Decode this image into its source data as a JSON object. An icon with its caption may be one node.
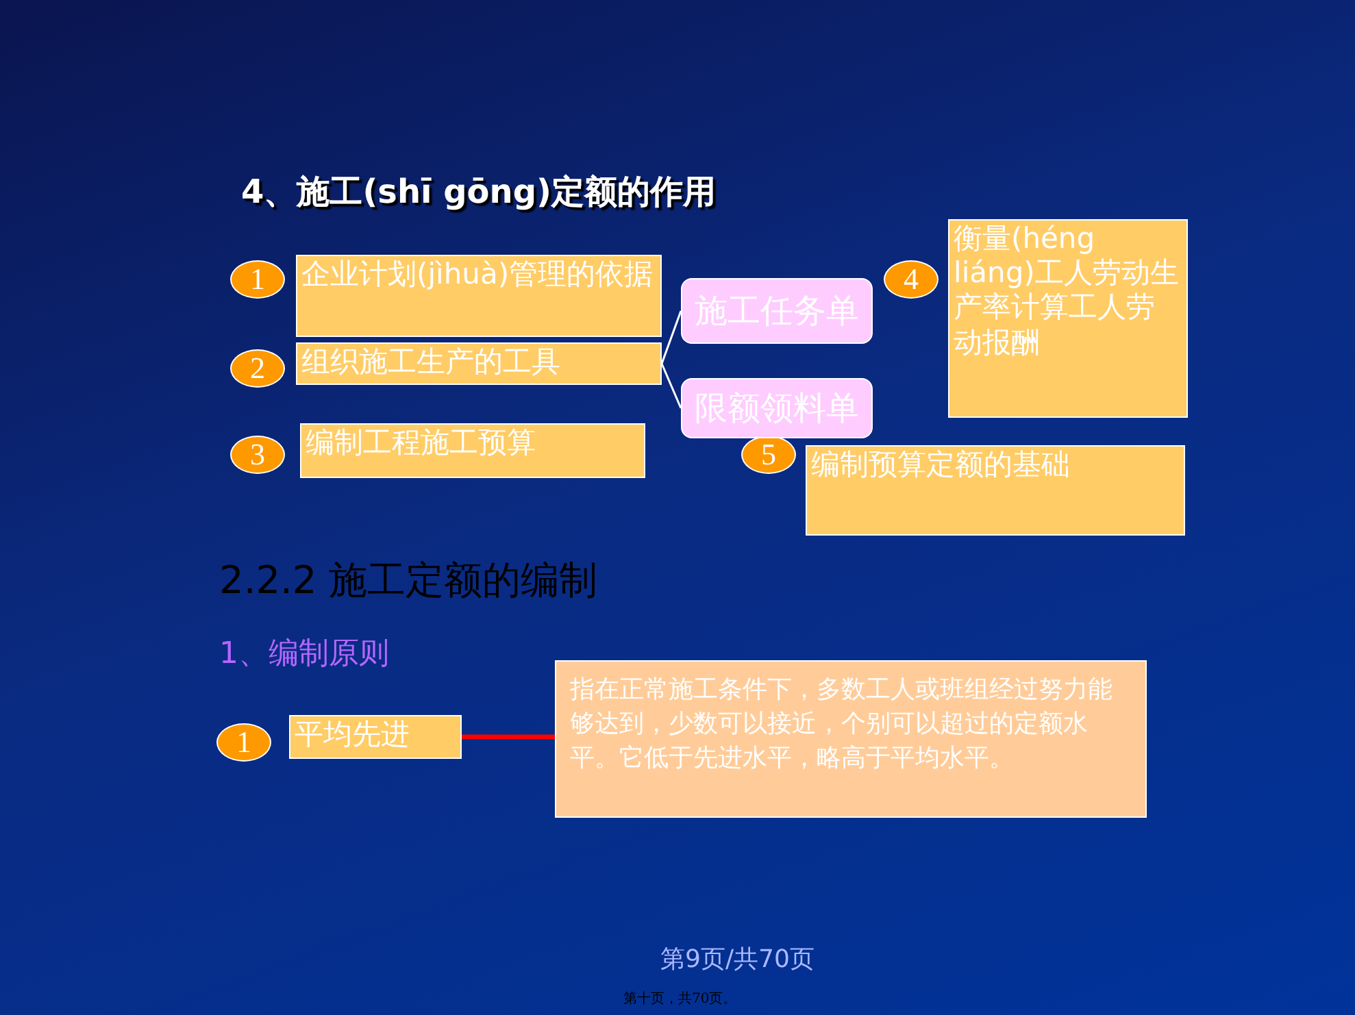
{
  "diagram": {
    "title": "4、施工(shī gōng)定额的作用",
    "nodes": [
      {
        "text": [
          "1"
        ]
      },
      {
        "text": [
          "企业计划(jìhuà)管理的依据"
        ]
      },
      {
        "text": [
          "2"
        ]
      },
      {
        "text": [
          "组织施工生产的工具"
        ]
      },
      {
        "text": [
          "3"
        ]
      },
      {
        "text": [
          "编制工程施工预算"
        ]
      },
      {
        "text": [
          "4"
        ]
      },
      {
        "text": [
          "衡量(héng liáng)工人劳动生产率计算工人劳动报酬"
        ]
      },
      {
        "text": [
          "5"
        ]
      },
      {
        "text": [
          "编制预算定额的基础"
        ]
      },
      {
        "text": [
          "施工任务单"
        ]
      },
      {
        "text": [
          "限额领料单"
        ]
      },
      {
        "text": [
          "1"
        ]
      },
      {
        "text": [
          "平均先进"
        ]
      },
      {
        "text": [
          "指在正常施工条件下，多数工人或班组经过努力能够达到，少数可以接近，个别可以超过的定额水平。它低于先进水平，略高于平均水平。"
        ]
      }
    ],
    "edges": [
      {
        "from": 10,
        "to": 3,
        "arrow": "none"
      },
      {
        "from": 11,
        "to": 3,
        "arrow": "none"
      },
      {
        "from": 13,
        "to": 14,
        "arrow": "none",
        "style": "thick",
        "color": "#ff0000"
      }
    ],
    "labels": [
      "2.2.2 施工定额的编制",
      "1、编制原则",
      "第9页/共70页",
      "第十页，共70页。"
    ]
  }
}
